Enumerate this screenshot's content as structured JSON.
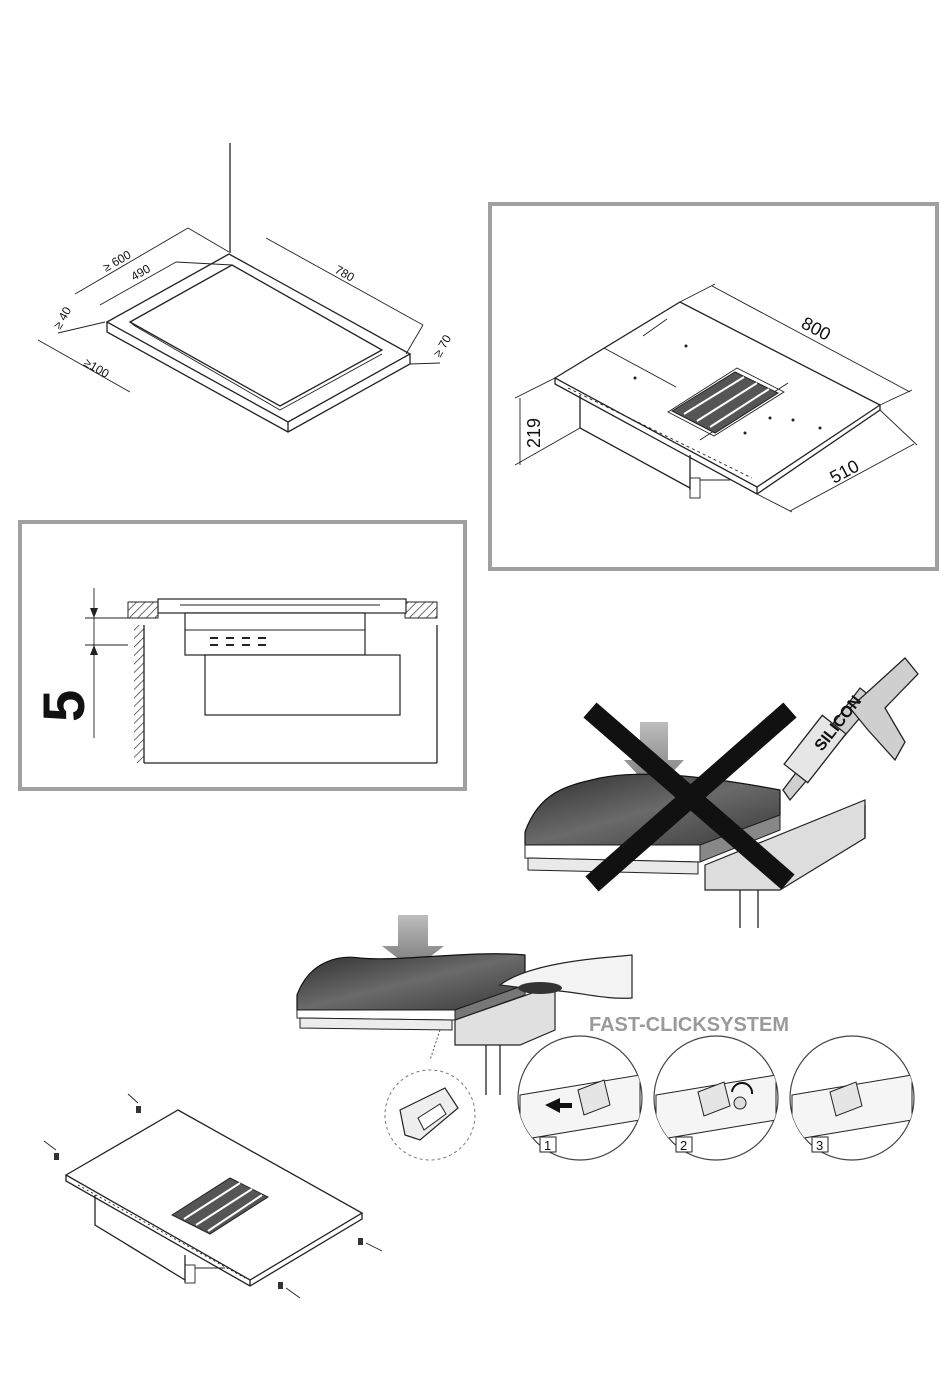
{
  "cutout": {
    "min_width": "≥ 600",
    "width": "490",
    "length": "780",
    "min_front": "≥ 40",
    "min_side": "≥ 70",
    "min_back": "≥100"
  },
  "appliance": {
    "length": "800",
    "depth": "510",
    "height": "219"
  },
  "clearance": {
    "gap": "5"
  },
  "warning": {
    "sealant_label": "SILICON"
  },
  "fast_click": {
    "title": "FAST-CLICKSYSTEM",
    "steps": [
      "1",
      "2",
      "3"
    ]
  },
  "colors": {
    "frame": "#a0a0a0",
    "hob_dark": "#4a4a4a",
    "title_gray": "#9a9a9a"
  }
}
